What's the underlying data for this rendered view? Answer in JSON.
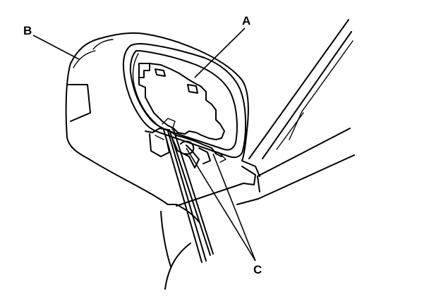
{
  "diagram": {
    "callouts": {
      "a": "A",
      "b": "B",
      "c": "C"
    }
  }
}
